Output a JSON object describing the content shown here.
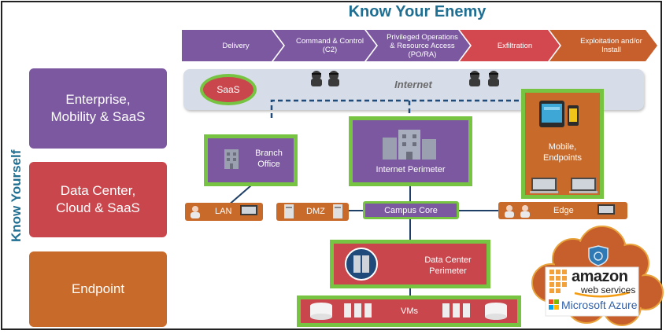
{
  "title": "Know Your Enemy",
  "side_label": "Know Yourself",
  "categories": [
    {
      "label": "Enterprise,\nMobility & SaaS"
    },
    {
      "label": "Data Center,\nCloud & SaaS"
    },
    {
      "label": "Endpoint"
    }
  ],
  "kill_chain": [
    {
      "label": "Delivery"
    },
    {
      "label": "Command & Control\n(C2)"
    },
    {
      "label": "Privileged Operations\n& Resource Access\n(PO/RA)"
    },
    {
      "label": "Exfiltration"
    },
    {
      "label": "Exploitation and/or\nInstall"
    }
  ],
  "internet": {
    "label": "Internet",
    "saas_label": "SaaS"
  },
  "nodes": {
    "branch_office": "Branch\nOffice",
    "internet_perimeter": "Internet Perimeter",
    "mobile_endpoints": "Mobile,\nEndpoints",
    "lan": "LAN",
    "dmz": "DMZ",
    "campus_core": "Campus Core",
    "edge": "Edge",
    "data_center_perimeter": "Data Center\nPerimeter",
    "vms": "VMs"
  },
  "cloud": {
    "amazon": "amazon",
    "web_services": "web services",
    "azure": "Microsoft Azure"
  },
  "colors": {
    "purple": "#7b58a0",
    "red": "#c9464c",
    "orange": "#c86a2a",
    "green": "#76c442",
    "title_blue": "#1f6f93",
    "chevron_exfil": "#d3474e",
    "chevron_exploit": "#c65f2b"
  }
}
